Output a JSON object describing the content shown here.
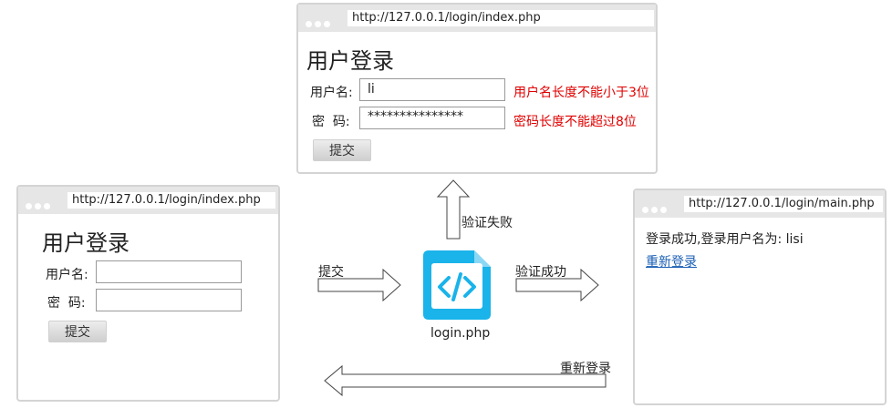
{
  "top_window": {
    "url": "http://127.0.0.1/login/index.php",
    "heading": "用户登录",
    "username_label": "用户名:",
    "username_value": "li",
    "username_error": "用户名长度不能小于3位",
    "password_label": "密  码:",
    "password_value": "***************",
    "password_error": "密码长度不能超过8位",
    "submit_label": "提交"
  },
  "left_window": {
    "url": "http://127.0.0.1/login/index.php",
    "heading": "用户登录",
    "username_label": "用户名:",
    "password_label": "密  码:",
    "submit_label": "提交"
  },
  "right_window": {
    "url": "http://127.0.0.1/login/main.php",
    "message": "登录成功,登录用户名为: lisi",
    "relogin_link": "重新登录"
  },
  "center": {
    "file_label": "login.php",
    "icon": "code-file-icon",
    "accent_color": "#1ab3ea"
  },
  "arrows": {
    "submit_label": "提交",
    "fail_label": "验证失败",
    "success_label": "验证成功",
    "relogin_label": "重新登录"
  }
}
